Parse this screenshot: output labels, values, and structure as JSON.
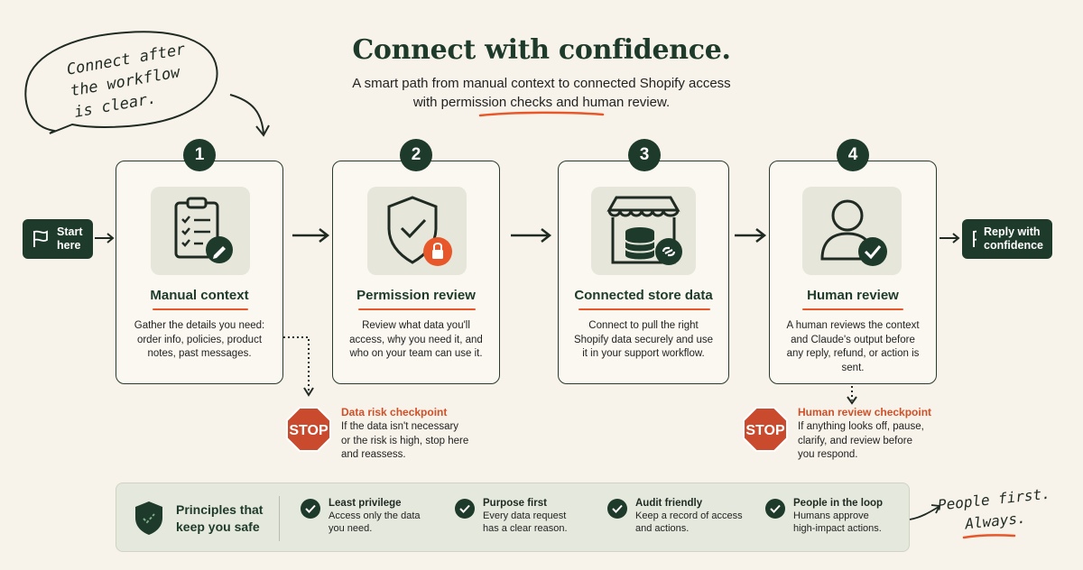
{
  "header": {
    "title": "Connect with confidence.",
    "subtitle_line1": "A smart path from manual context to connected Shopify access",
    "subtitle_line2": "with permission checks and human review."
  },
  "annotation": {
    "line1": "Connect after",
    "line2": "the workflow",
    "line3": "is clear."
  },
  "start": {
    "line1": "Start",
    "line2": "here"
  },
  "end": {
    "line1": "Reply with",
    "line2": "confidence"
  },
  "steps": [
    {
      "number": "1",
      "title": "Manual context",
      "icon": "clipboard-checklist-icon",
      "desc": "Gather the details you need: order info, policies, product notes, past messages."
    },
    {
      "number": "2",
      "title": "Permission review",
      "icon": "shield-check-icon",
      "desc": "Review what data you'll access, why you need it, and who on your team can use it."
    },
    {
      "number": "3",
      "title": "Connected store data",
      "icon": "storefront-database-icon",
      "desc": "Connect to pull the right Shopify data securely and use it in your support workflow."
    },
    {
      "number": "4",
      "title": "Human review",
      "icon": "person-check-icon",
      "desc": "A human reviews the context and Claude's output before any reply, refund, or action is sent."
    }
  ],
  "checkpoints": [
    {
      "sign": "STOP",
      "title": "Data risk checkpoint",
      "line1": "If the data isn't necessary",
      "line2": "or the risk is high, stop here",
      "line3": "and reassess."
    },
    {
      "sign": "STOP",
      "title": "Human review checkpoint",
      "line1": "If anything looks off, pause,",
      "line2": "clarify, and review before",
      "line3": "you respond."
    }
  ],
  "principles": {
    "heading_line1": "Principles that",
    "heading_line2": "keep you safe",
    "items": [
      {
        "title": "Least privilege",
        "line1": "Access only the data",
        "line2": "you need."
      },
      {
        "title": "Purpose first",
        "line1": "Every data request",
        "line2": "has a clear reason."
      },
      {
        "title": "Audit friendly",
        "line1": "Keep a record of access",
        "line2": "and actions."
      },
      {
        "title": "People in the loop",
        "line1": "Humans approve",
        "line2": "high-impact actions."
      }
    ]
  },
  "closing": {
    "line1": "People first.",
    "line2": "Always."
  },
  "colors": {
    "primary": "#1e3a2a",
    "accent": "#e8572a",
    "stop": "#c94a2c",
    "background": "#f7f3ea"
  }
}
